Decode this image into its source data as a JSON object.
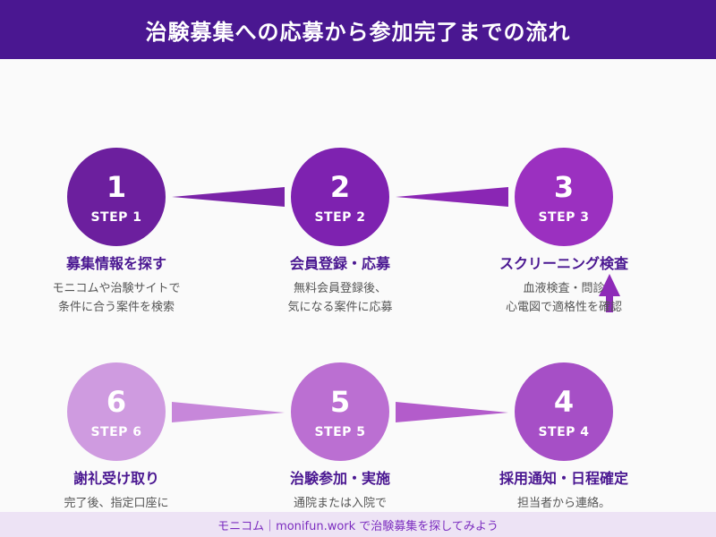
{
  "header": {
    "title": "治験募集への応募から参加完了までの流れ"
  },
  "colors": {
    "header_bg": "#4a1791",
    "step1": "#6c1f9e",
    "step2": "#7e22b0",
    "step3": "#9b30c0",
    "step4": "#a64fc6",
    "step5": "#bb6fd2",
    "step6": "#cf9be0",
    "title_text": "#4a1791",
    "footer_bg": "#ede3f5",
    "footer_text": "#7b2cbf"
  },
  "steps": [
    {
      "num": "1",
      "label": "STEP 1",
      "title": "募集情報を探す",
      "desc_line1": "モニコムや治験サイトで",
      "desc_line2": "条件に合う案件を検索"
    },
    {
      "num": "2",
      "label": "STEP 2",
      "title": "会員登録・応募",
      "desc_line1": "無料会員登録後、",
      "desc_line2": "気になる案件に応募"
    },
    {
      "num": "3",
      "label": "STEP 3",
      "title": "スクリーニング検査",
      "desc_line1": "血液検査・問診",
      "desc_line2": "心電図で適格性を確認"
    },
    {
      "num": "4",
      "label": "STEP 4",
      "title": "採用通知・日程確定",
      "desc_line1": "担当者から連絡。",
      "desc_line2": ""
    },
    {
      "num": "5",
      "label": "STEP 5",
      "title": "治験参加・実施",
      "desc_line1": "通院または入院で",
      "desc_line2": ""
    },
    {
      "num": "6",
      "label": "STEP 6",
      "title": "謝礼受け取り",
      "desc_line1": "完了後、指定口座に",
      "desc_line2": ""
    }
  ],
  "footer": {
    "text": "モニコム｜monifun.work で治験募集を探してみよう"
  }
}
